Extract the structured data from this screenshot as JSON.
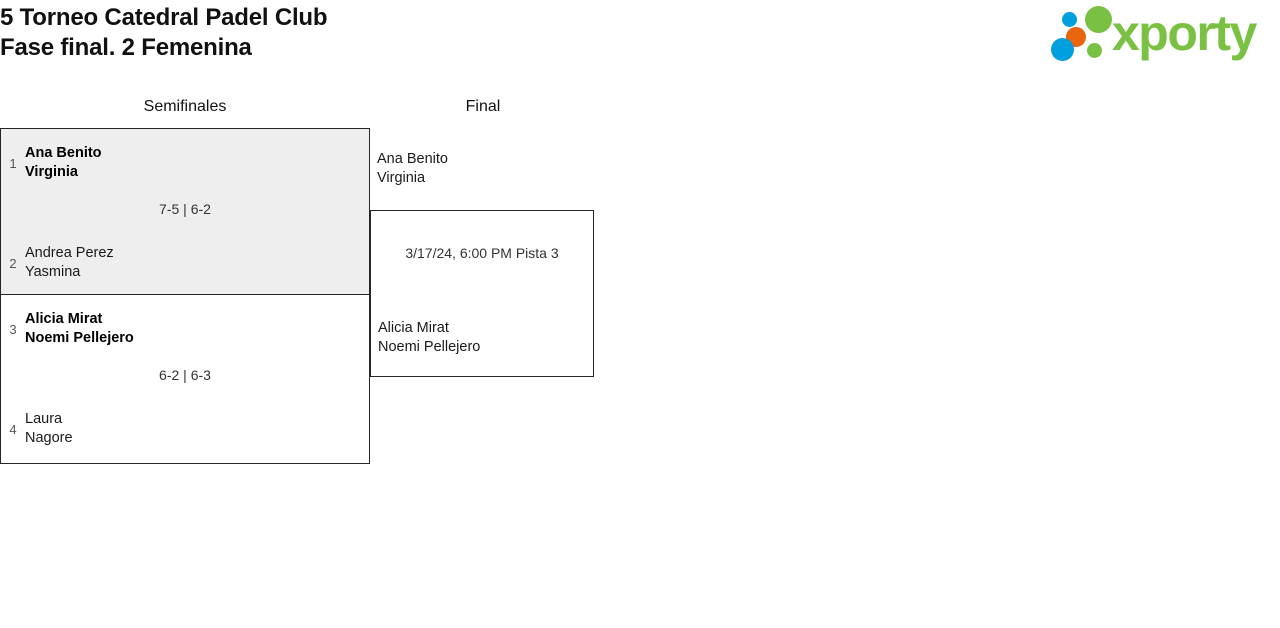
{
  "header": {
    "title_line_1": "5 Torneo Catedral Padel Club",
    "title_line_2": "Fase final. 2 Femenina"
  },
  "logo": {
    "wordmark": "xporty",
    "colors": {
      "green": "#7ac143",
      "blue": "#00a0df",
      "orange": "#e8650d"
    }
  },
  "bracket": {
    "rounds": [
      {
        "name": "Semifinales",
        "matches": [
          {
            "highlighted": true,
            "score": "7-5 | 6-2",
            "teams": [
              {
                "seed": "1",
                "player_1": "Ana Benito",
                "player_2": "Virginia",
                "winner": true
              },
              {
                "seed": "2",
                "player_1": "Andrea Perez",
                "player_2": "Yasmina",
                "winner": false
              }
            ]
          },
          {
            "highlighted": false,
            "score": "6-2 | 6-3",
            "teams": [
              {
                "seed": "3",
                "player_1": "Alicia Mirat",
                "player_2": "Noemi Pellejero",
                "winner": true
              },
              {
                "seed": "4",
                "player_1": "Laura",
                "player_2": "Nagore",
                "winner": false
              }
            ]
          }
        ]
      },
      {
        "name": "Final",
        "matches": [
          {
            "schedule": "3/17/24, 6:00 PM Pista 3",
            "teams": [
              {
                "player_1": "Ana Benito",
                "player_2": "Virginia"
              },
              {
                "player_1": "Alicia Mirat",
                "player_2": "Noemi Pellejero"
              }
            ]
          }
        ]
      }
    ]
  }
}
